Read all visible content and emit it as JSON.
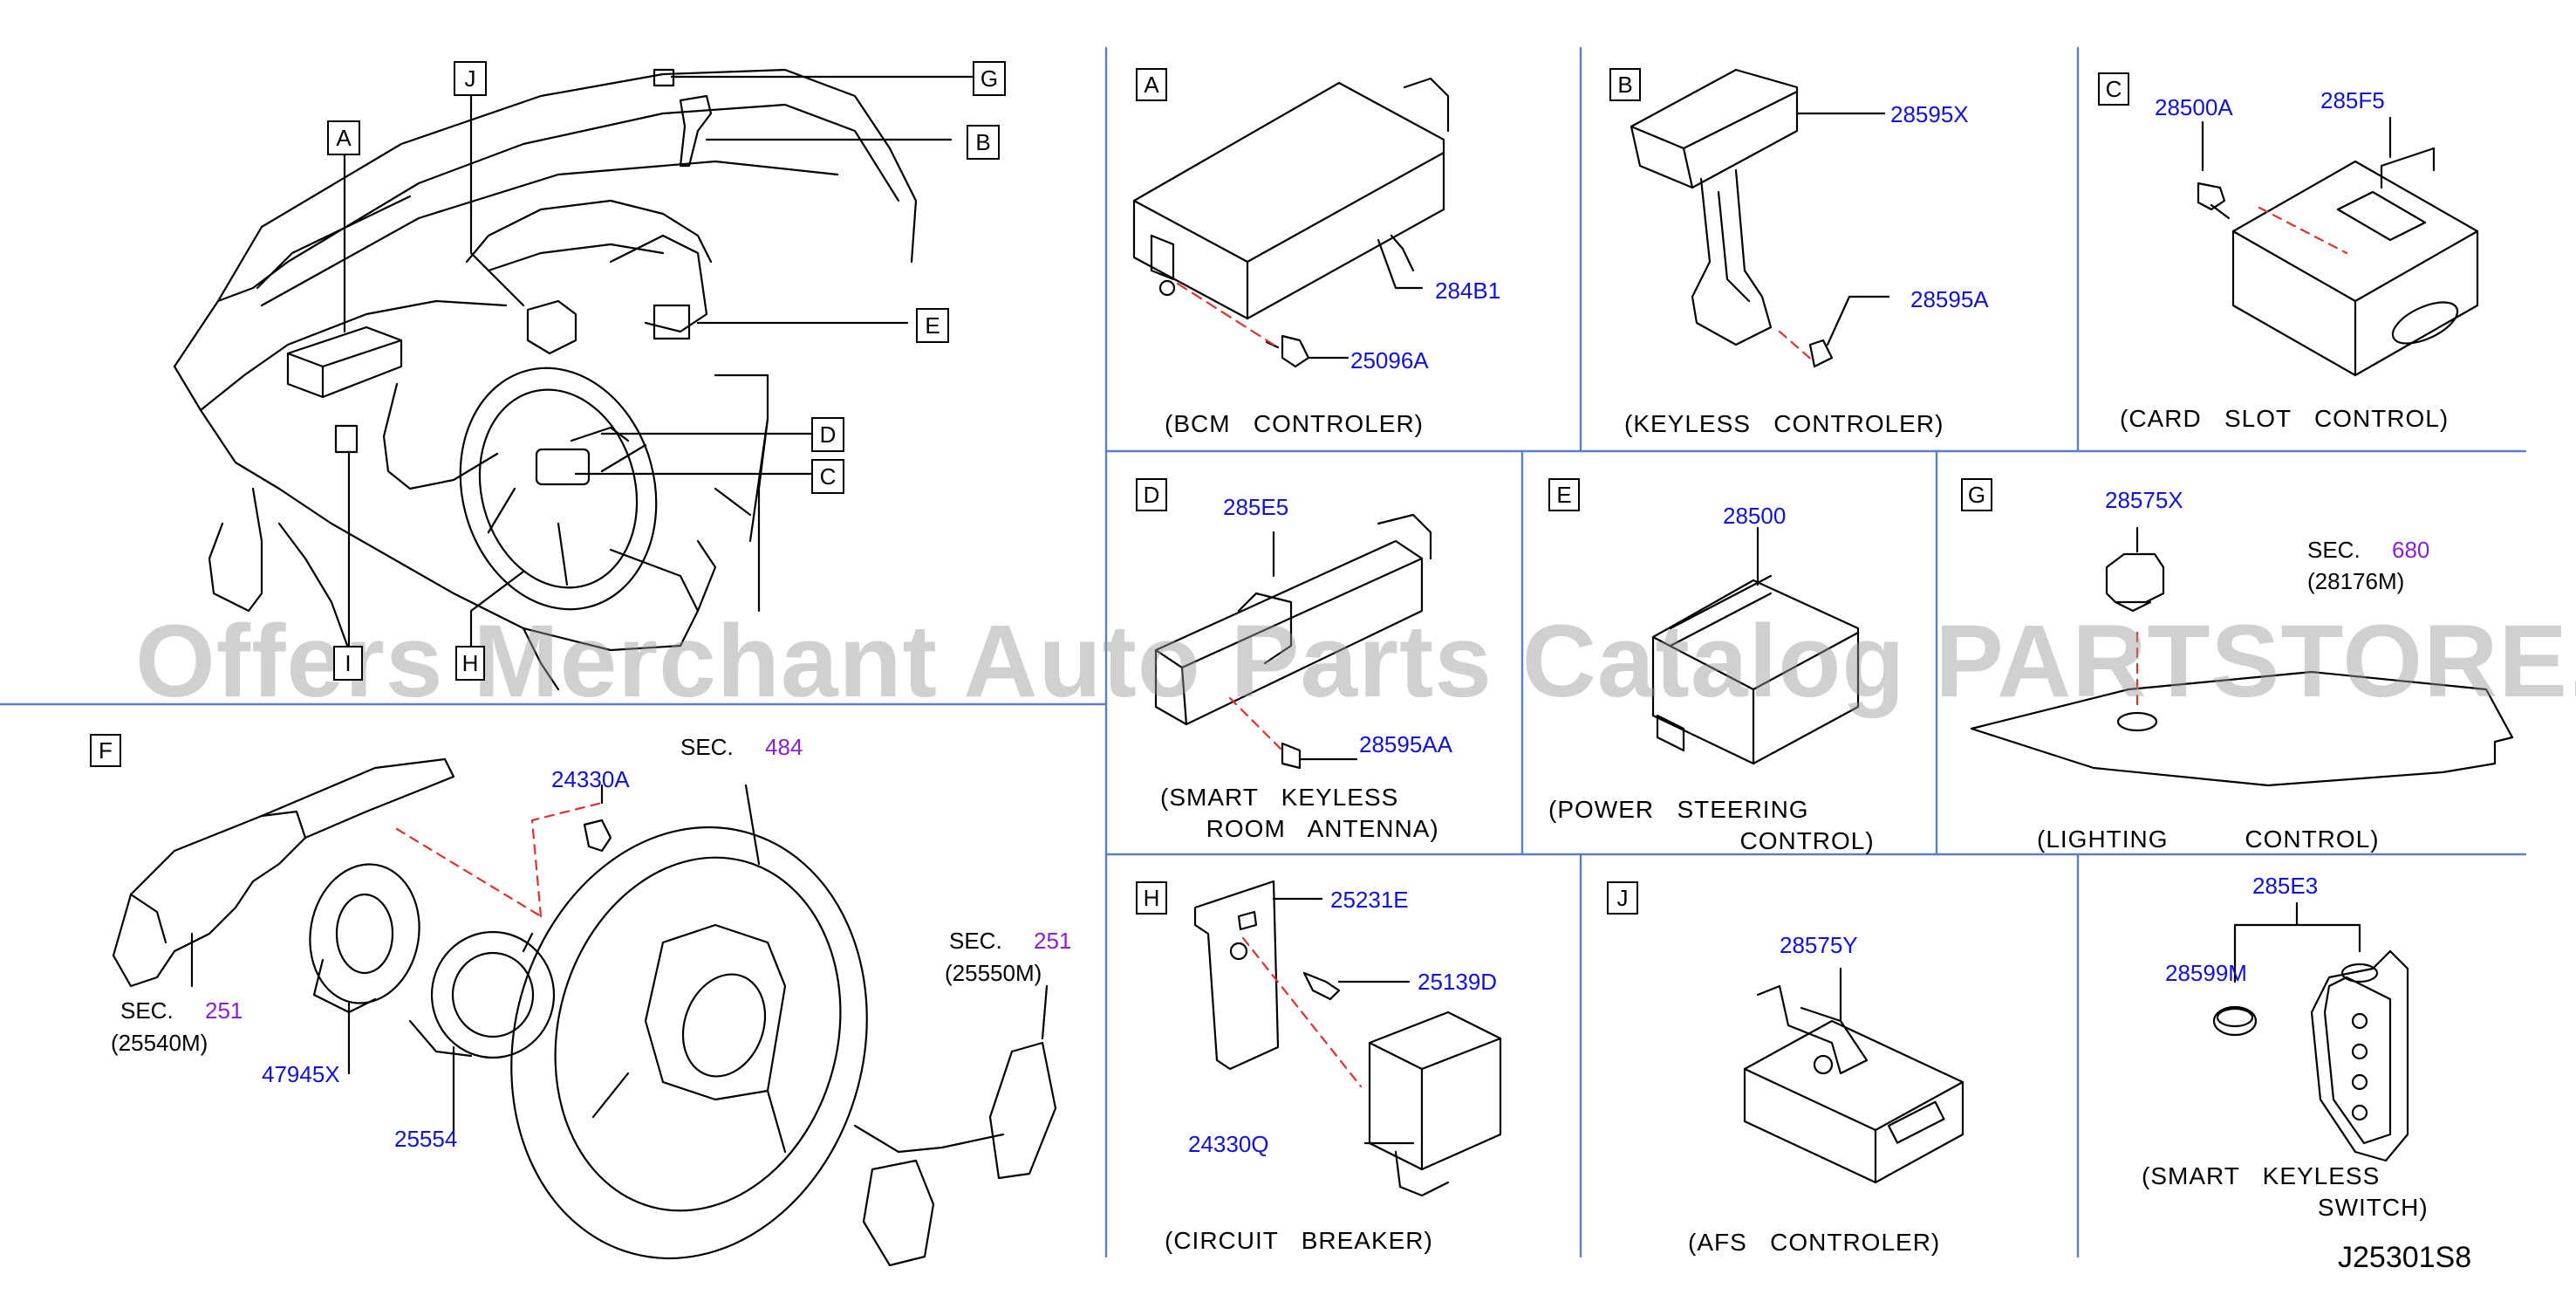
{
  "watermark": "Offers Merchant Auto Parts Catalog PARTSTORE.SA",
  "diagram_code": "J25301S8",
  "overview": {
    "letters": [
      "A",
      "J",
      "G",
      "B",
      "E",
      "D",
      "C",
      "I",
      "H"
    ]
  },
  "panels": {
    "A": {
      "letter": "A",
      "caption": "(BCM   CONTROLER)",
      "parts": [
        "284B1",
        "25096A"
      ]
    },
    "B": {
      "letter": "B",
      "caption": "(KEYLESS   CONTROLER)",
      "parts": [
        "28595X",
        "28595A"
      ]
    },
    "C": {
      "letter": "C",
      "caption": "(CARD   SLOT   CONTROL)",
      "parts": [
        "28500A",
        "285F5"
      ]
    },
    "D": {
      "letter": "D",
      "caption": "(SMART   KEYLESS\n      ROOM   ANTENNA)",
      "parts": [
        "285E5",
        "28595AA"
      ]
    },
    "E": {
      "letter": "E",
      "caption": "(POWER   STEERING\n                         CONTROL)",
      "parts": [
        "28500"
      ]
    },
    "G": {
      "letter": "G",
      "caption": "(LIGHTING          CONTROL)",
      "parts": [
        "28575X"
      ],
      "sec_label": "SEC.",
      "sec_number": "680",
      "sec_part": "(28176M)"
    },
    "F": {
      "letter": "F",
      "parts": [
        "24330A",
        "47945X",
        "25554"
      ],
      "sec1": {
        "label": "SEC.",
        "number": "484"
      },
      "sec2": {
        "label": "SEC.",
        "number": "251",
        "part": "(25540M)"
      },
      "sec3": {
        "label": "SEC.",
        "number": "251",
        "part": "(25550M)"
      }
    },
    "H": {
      "letter": "H",
      "caption": "(CIRCUIT   BREAKER)",
      "parts": [
        "25231E",
        "25139D",
        "24330Q"
      ]
    },
    "J": {
      "letter": "J",
      "caption": "(AFS   CONTROLER)",
      "parts": [
        "28575Y"
      ]
    },
    "K": {
      "caption": "(SMART   KEYLESS\n                       SWITCH)",
      "parts": [
        "285E3",
        "28599M"
      ]
    }
  }
}
